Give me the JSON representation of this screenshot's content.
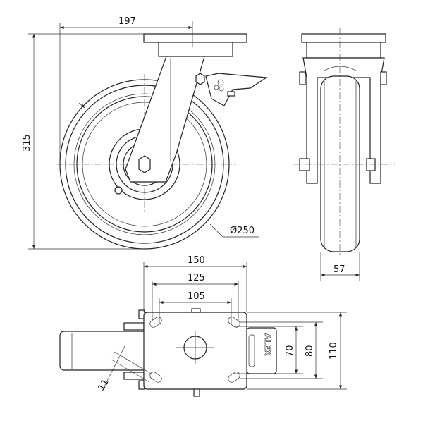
{
  "title": "Swivel caster with brake - technical drawing",
  "brand": "ALEX",
  "dimensions": {
    "swivel_offset_height": "197",
    "total_height": "315",
    "wheel_diameter": "Ø250",
    "wheel_width": "57",
    "plate_length": "150",
    "hole_spacing_outer_length": "125",
    "hole_spacing_inner_length": "105",
    "hole_spacing_inner_width": "70",
    "hole_spacing_outer_width": "80",
    "plate_width": "110",
    "bolt_hole": "11"
  }
}
